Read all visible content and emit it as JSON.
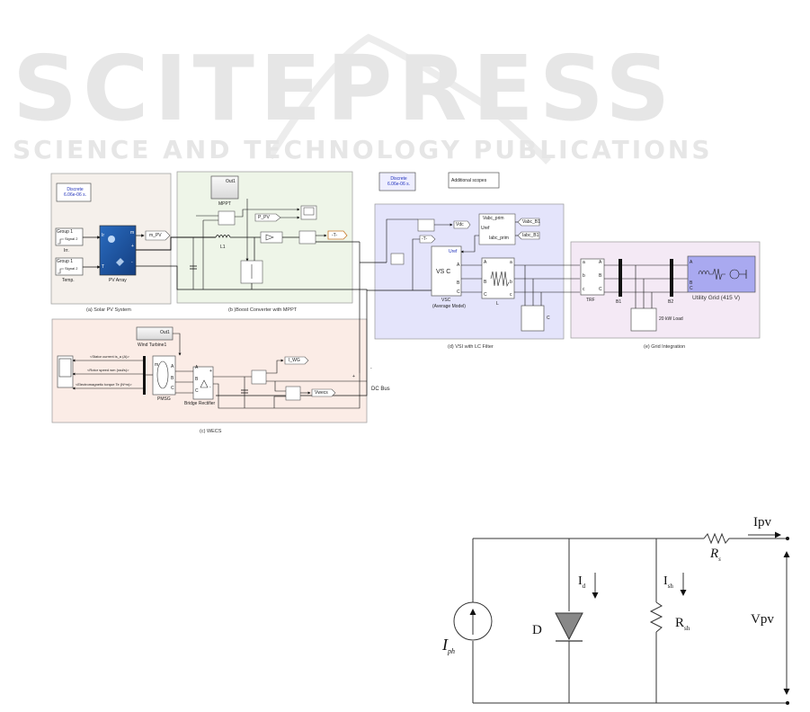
{
  "watermark": {
    "main": "SCITEPRESS",
    "sub": "SCIENCE AND TECHNOLOGY PUBLICATIONS"
  },
  "colors": {
    "pv_panel_bg": "#f5f0eb",
    "boost_panel_bg": "#eef5e8",
    "vsi_panel_bg": "#e4e4fb",
    "grid_panel_bg": "#f4e9f5",
    "wecs_panel_bg": "#fbece6",
    "utility_grid_block": "#a9a9f0",
    "pv_array_block": "#1f5aa8",
    "discrete_text": "#2233bb"
  },
  "simulink": {
    "pv_system": {
      "caption": "(a) Solar PV System",
      "powergui": {
        "line1": "Discrete",
        "line2": "6.06e-06 s."
      },
      "irradiance": {
        "group": "Group 1",
        "signal": "Signal 2",
        "label": "Irr."
      },
      "temperature": {
        "group": "Group 1",
        "signal": "Signal 2",
        "label": "Temp."
      },
      "pv_array": {
        "label": "PV Array",
        "port_ir": "Ir",
        "port_t": "T",
        "port_m": "m",
        "port_plus": "+",
        "port_minus": "-"
      },
      "goto_m": "m_PV"
    },
    "boost": {
      "caption": "(b )Boost Converter with MPPT",
      "mppt": {
        "port": "Out1",
        "label": "MPPT"
      },
      "inductor_label": "L1",
      "goto_ppv": "P_PV",
      "goto_t": "-T-"
    },
    "wecs": {
      "caption": "(c) WECS",
      "turbine": {
        "port": "Out1",
        "label": "Wind Turbine1"
      },
      "signals": [
        "<Stator current is_a (A)>",
        "<Rotor speed wm (rad/s)>",
        "<Electromagnetic torque Te (N*m)>"
      ],
      "pmsg": {
        "label": "PMSG",
        "port_m": "m",
        "ports": [
          "A",
          "B",
          "C"
        ]
      },
      "rectifier": {
        "label": "Bridge Rectifier",
        "ports": [
          "A",
          "B",
          "C"
        ],
        "plus": "+",
        "minus": "-"
      },
      "goto_i": "I_WG",
      "goto_v": "Vwecs"
    },
    "dc_bus": {
      "label": "DC Bus",
      "plus": "+",
      "minus": "-"
    },
    "top_blocks": {
      "powergui2": {
        "line1": "Discrete",
        "line2": "6.06e-06 s."
      },
      "scopes": "Additional scopes"
    },
    "vsi": {
      "caption": "(d) VSI with LC Filter",
      "vsc": {
        "title": "VSC",
        "sublabel": "(Average Model)",
        "icon_text": "VS C",
        "uref": "Uref",
        "ports": [
          "A",
          "B",
          "C"
        ]
      },
      "vabc_prim": "Vabc_prim",
      "uref": "Uref",
      "iabc_prim": "Iabc_prim",
      "from_v": "Vabc_B1",
      "from_i": "Iabc_B1",
      "goto_vdc": "Vdc",
      "goto_t": "-T-",
      "filter_l": "L",
      "filter_c": "C",
      "phase_in": [
        "A",
        "B",
        "C"
      ],
      "phase_out": [
        "a",
        "b",
        "c"
      ]
    },
    "grid": {
      "caption": "(e) Grid Integration",
      "trf": "TRF",
      "b1": "B1",
      "b2": "B2",
      "load": "20 kW Load",
      "utility": "Utility Grid (415 V)",
      "trf_in": [
        "a",
        "b",
        "c"
      ],
      "trf_out": [
        "A",
        "B",
        "C"
      ],
      "grid_ports": [
        "A",
        "B",
        "C"
      ]
    }
  },
  "circuit": {
    "iph": "I",
    "iph_sub": "ph",
    "diode": "D",
    "id": "I",
    "id_sub": "d",
    "ish": "I",
    "ish_sub": "sh",
    "rsh": "R",
    "rsh_sub": "sh",
    "rs": "R",
    "rs_sub": "s",
    "ipv": "Ipv",
    "vpv": "Vpv"
  }
}
